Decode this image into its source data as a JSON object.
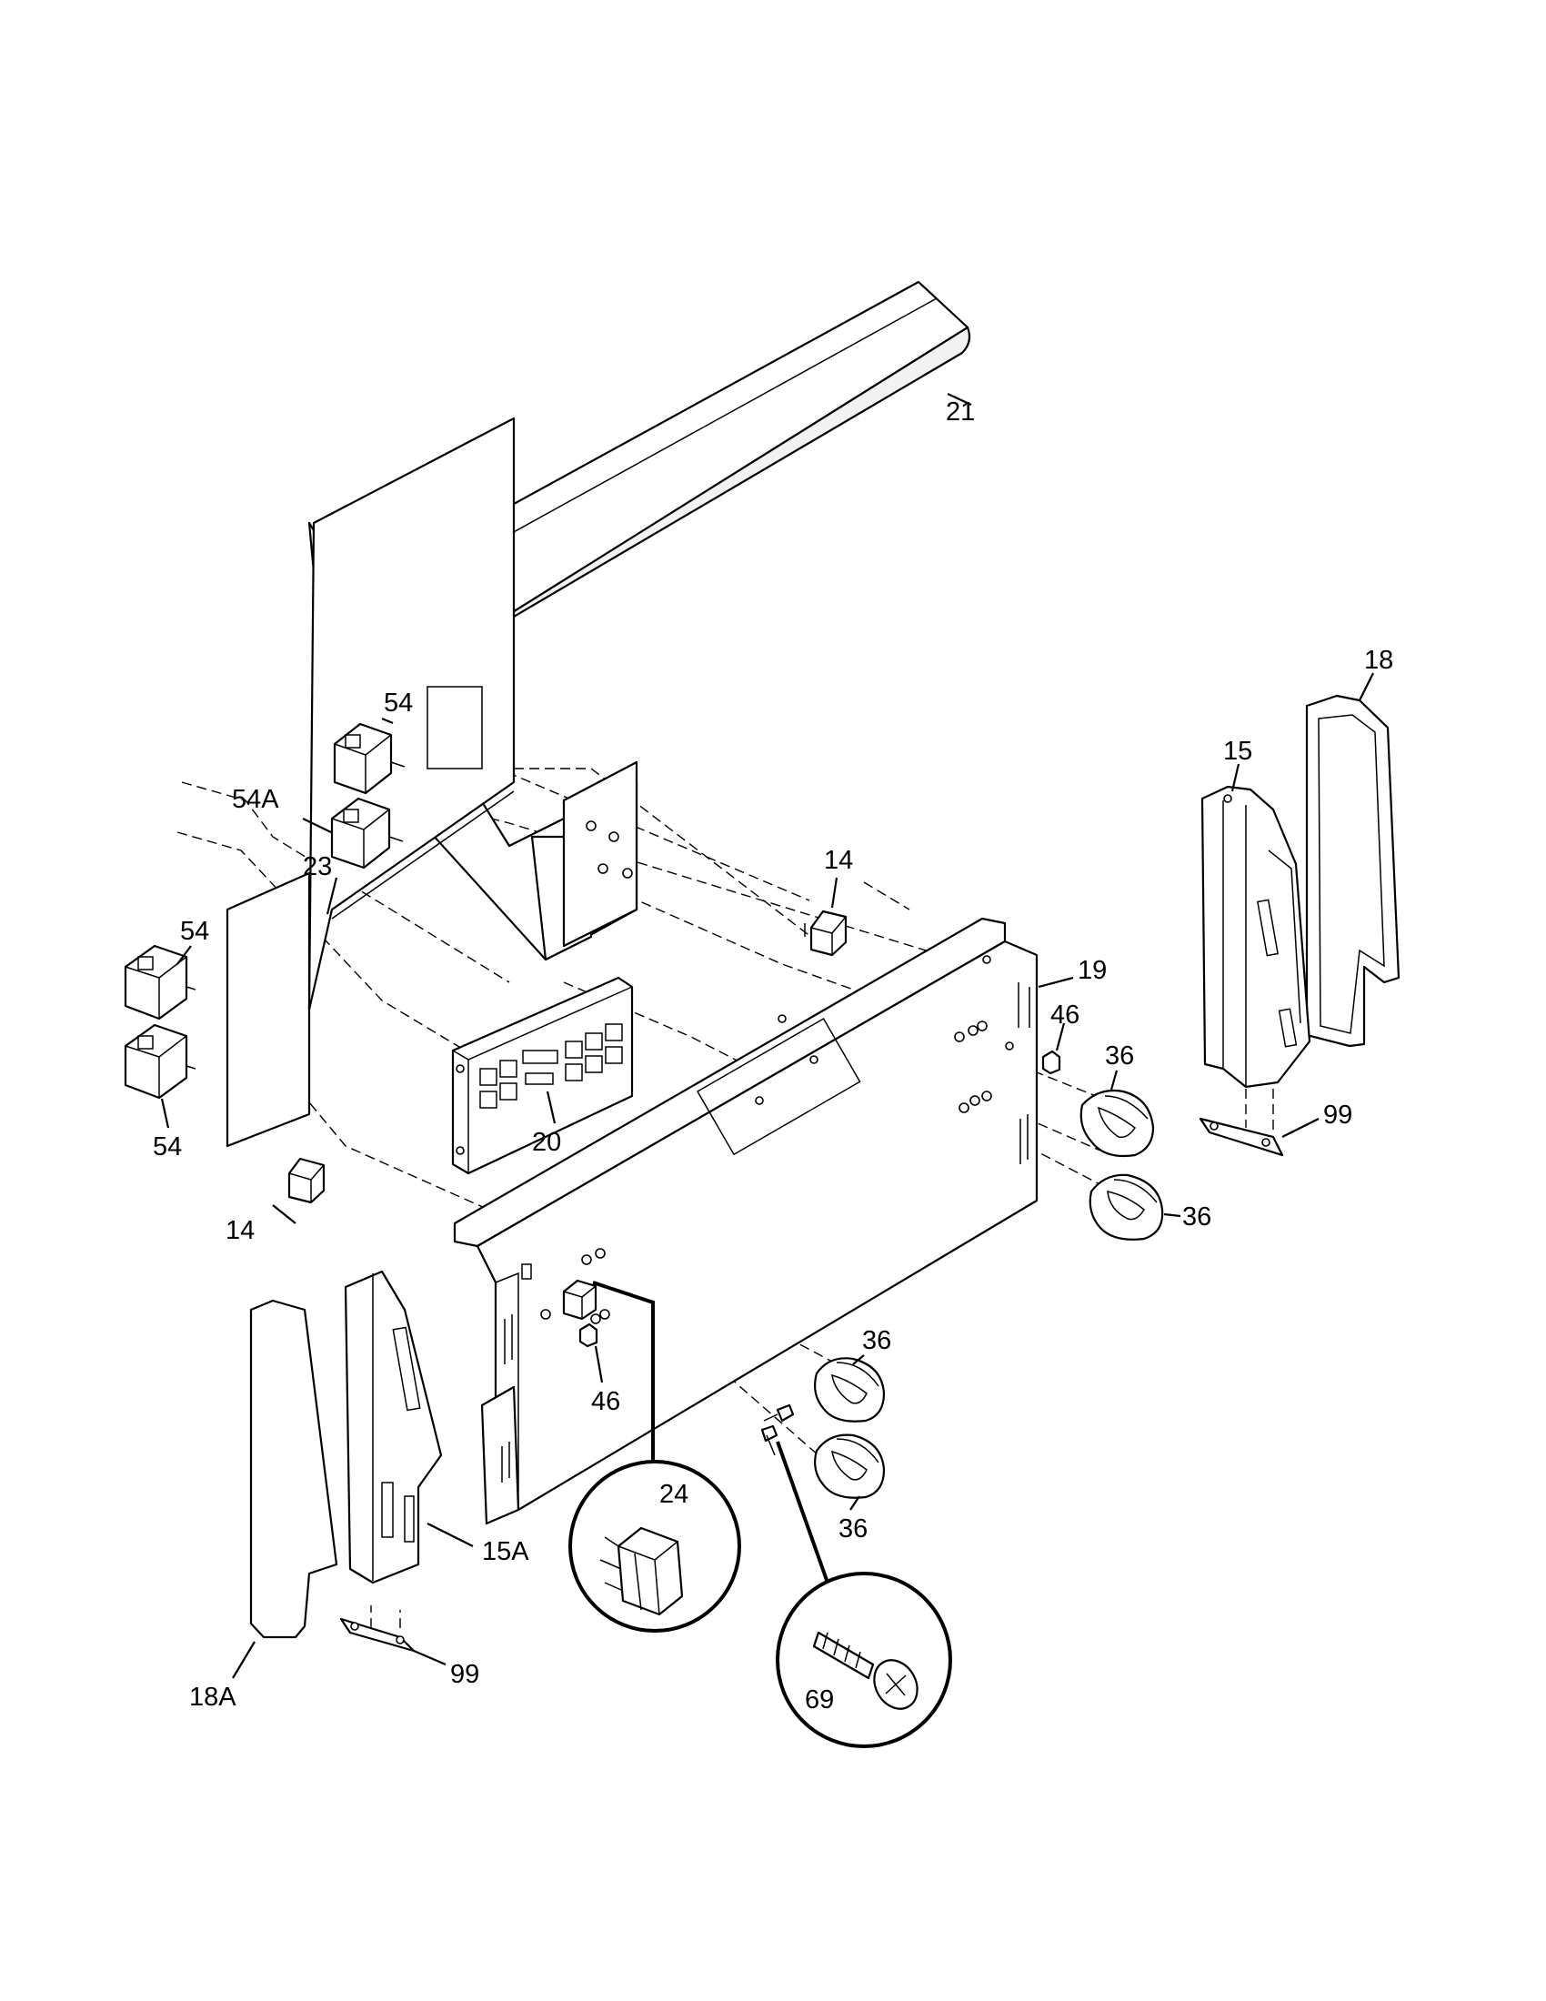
{
  "callouts": [
    {
      "id": "c21",
      "text": "21"
    },
    {
      "id": "c54a",
      "text": "54"
    },
    {
      "id": "c54A",
      "text": "54A"
    },
    {
      "id": "c23",
      "text": "23"
    },
    {
      "id": "c54b",
      "text": "54"
    },
    {
      "id": "c54c",
      "text": "54"
    },
    {
      "id": "c14a",
      "text": "14"
    },
    {
      "id": "c14b",
      "text": "14"
    },
    {
      "id": "c20",
      "text": "20"
    },
    {
      "id": "c19",
      "text": "19"
    },
    {
      "id": "c46a",
      "text": "46"
    },
    {
      "id": "c36a",
      "text": "36"
    },
    {
      "id": "c36b",
      "text": "36"
    },
    {
      "id": "c36c",
      "text": "36"
    },
    {
      "id": "c36d",
      "text": "36"
    },
    {
      "id": "c46b",
      "text": "46"
    },
    {
      "id": "c15",
      "text": "15"
    },
    {
      "id": "c18",
      "text": "18"
    },
    {
      "id": "c99a",
      "text": "99"
    },
    {
      "id": "c15A",
      "text": "15A"
    },
    {
      "id": "c18A",
      "text": "18A"
    },
    {
      "id": "c99b",
      "text": "99"
    },
    {
      "id": "c24",
      "text": "24"
    },
    {
      "id": "c69",
      "text": "69"
    }
  ]
}
